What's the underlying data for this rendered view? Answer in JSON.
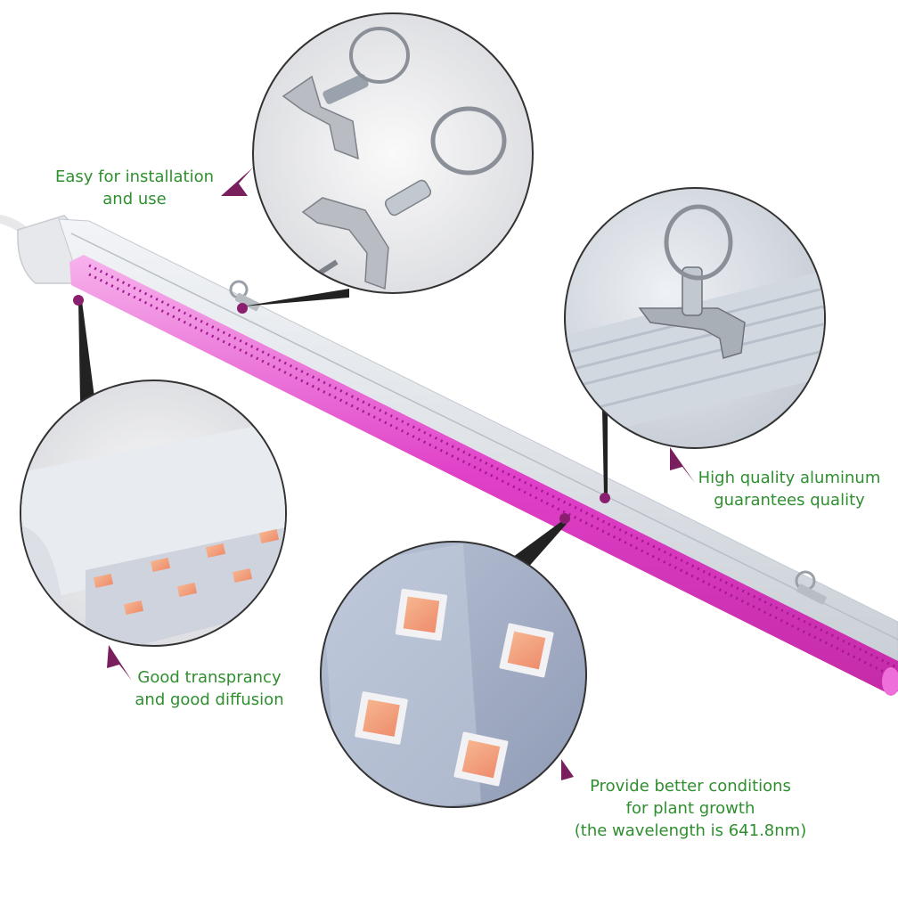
{
  "colors": {
    "text_green": "#2f8f2f",
    "accent_purple": "#7a1f5e",
    "led_magenta": "#e040c8",
    "aluminum": "#dfe3e8"
  },
  "callouts": [
    {
      "id": "installation",
      "lines": [
        "Easy for installation",
        "and use"
      ],
      "icon": "mounting-clip-and-ring-detail"
    },
    {
      "id": "aluminum",
      "lines": [
        "High quality aluminum",
        "guarantees quality"
      ],
      "icon": "clip-on-aluminum-detail"
    },
    {
      "id": "diffusion",
      "lines": [
        "Good transprancy",
        "and good diffusion"
      ],
      "icon": "diffuser-cover-detail"
    },
    {
      "id": "growth",
      "lines": [
        "Provide better conditions",
        "for plant growth",
        "(the wavelength is 641.8nm)"
      ],
      "icon": "led-chip-closeup-detail"
    }
  ]
}
